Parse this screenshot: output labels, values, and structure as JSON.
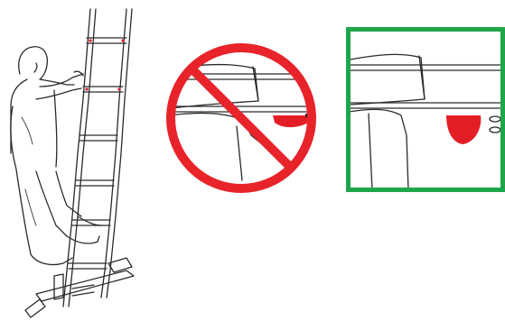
{
  "panels": {
    "wrong": {
      "meaning": "incorrect",
      "symbol_color": "#e8232a"
    },
    "right": {
      "meaning": "correct",
      "frame_color": "#1fa64a"
    }
  },
  "colors": {
    "latch_red": "#e41e26",
    "line_ink": "#2a2a2a",
    "background": "#ffffff"
  },
  "icons": {
    "prohibited": "prohibited-icon",
    "approved": "approved-frame"
  }
}
